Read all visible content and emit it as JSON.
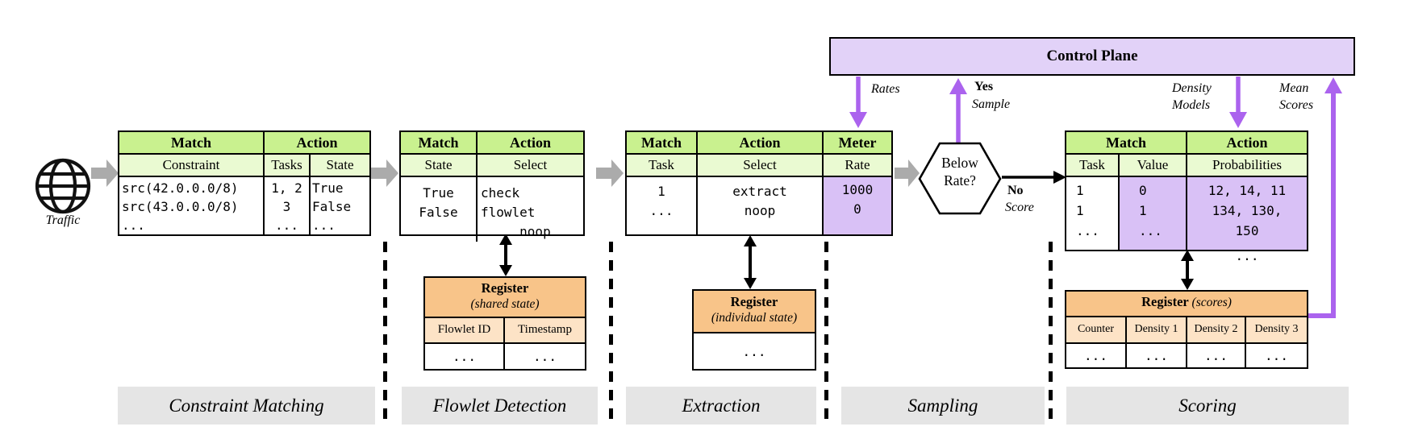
{
  "traffic": {
    "label": "Traffic",
    "icon": "globe-icon"
  },
  "control_plane": {
    "label": "Control Plane"
  },
  "hexagon": {
    "label": "Below\nRate?"
  },
  "arrow_labels": {
    "rates": "Rates",
    "yes": "Yes",
    "sample": "Sample",
    "no": "No",
    "score": "Score",
    "density_models": "Density\nModels",
    "mean_scores": "Mean\nScores"
  },
  "t1": {
    "match": "Match",
    "action": "Action",
    "col_constraint": "Constraint",
    "col_tasks": "Tasks",
    "col_state": "State",
    "body_constraint": "src(42.0.0.0/8)\nsrc(43.0.0.0/8)\n...",
    "body_tasks": "1, 2\n3\n...",
    "body_state": "True\nFalse\n..."
  },
  "t2": {
    "match": "Match",
    "action": "Action",
    "col_state": "State",
    "col_select": "Select",
    "body_state": "True\nFalse",
    "body_select": "check\nflowlet\n     noop"
  },
  "t3": {
    "match": "Match",
    "action": "Action",
    "meter": "Meter",
    "col_task": "Task",
    "col_select": "Select",
    "col_rate": "Rate",
    "body_task": "1\n...",
    "body_select": "extract\nnoop",
    "body_rate": "1000\n0"
  },
  "t4": {
    "match": "Match",
    "action": "Action",
    "col_task": "Task",
    "col_value": "Value",
    "col_prob": "Probabilities",
    "body_task": "1\n1\n...",
    "body_value": "0\n1\n...",
    "body_prob": "12, 14, 11\n134, 130,\n150",
    "overflow_dots": "..."
  },
  "r1": {
    "title": "Register",
    "subtitle": "(shared state)",
    "col1": "Flowlet ID",
    "col2": "Timestamp",
    "dots1": "...",
    "dots2": "..."
  },
  "r2": {
    "title": "Register",
    "subtitle": "(individual state)",
    "dots": "..."
  },
  "r3": {
    "title": "Register",
    "subtitle": "(scores)",
    "col1": "Counter",
    "col2": "Density 1",
    "col3": "Density 2",
    "col4": "Density 3",
    "dots1": "...",
    "dots2": "...",
    "dots3": "...",
    "dots4": "..."
  },
  "stages": [
    "Constraint Matching",
    "Flowlet Detection",
    "Extraction",
    "Sampling",
    "Scoring"
  ],
  "colors": {
    "table_header_green": "#c9f18f",
    "table_subheader_green": "#eafad2",
    "purple_cell": "#d9c1f6",
    "control_plane_fill": "#e2d2f8",
    "purple_arrow": "#ab63ee",
    "register_orange": "#f8c489",
    "register_light_orange": "#fde3c6",
    "gray_arrow": "#ababab",
    "stage_label_gray": "#e5e5e5"
  }
}
